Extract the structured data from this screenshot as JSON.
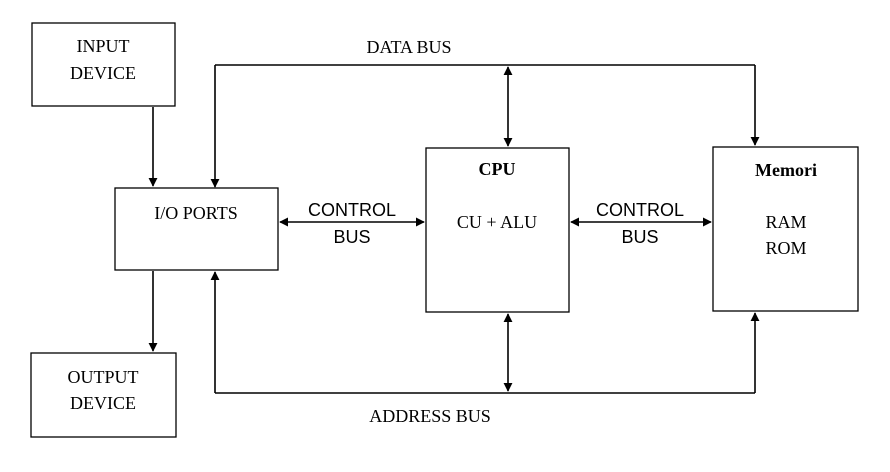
{
  "diagram": {
    "input_device": {
      "line1": "INPUT",
      "line2": "DEVICE"
    },
    "output_device": {
      "line1": "OUTPUT",
      "line2": "DEVICE"
    },
    "io_ports": {
      "label": "I/O PORTS"
    },
    "cpu": {
      "title": "CPU",
      "body": "CU + ALU"
    },
    "memory": {
      "title": "Memori",
      "line1": "RAM",
      "line2": "ROM"
    },
    "data_bus": {
      "label": "DATA BUS"
    },
    "address_bus": {
      "label": "ADDRESS BUS"
    },
    "control_bus_left": {
      "line1": "CONTROL",
      "line2": "BUS"
    },
    "control_bus_right": {
      "line1": "CONTROL",
      "line2": "BUS"
    }
  }
}
